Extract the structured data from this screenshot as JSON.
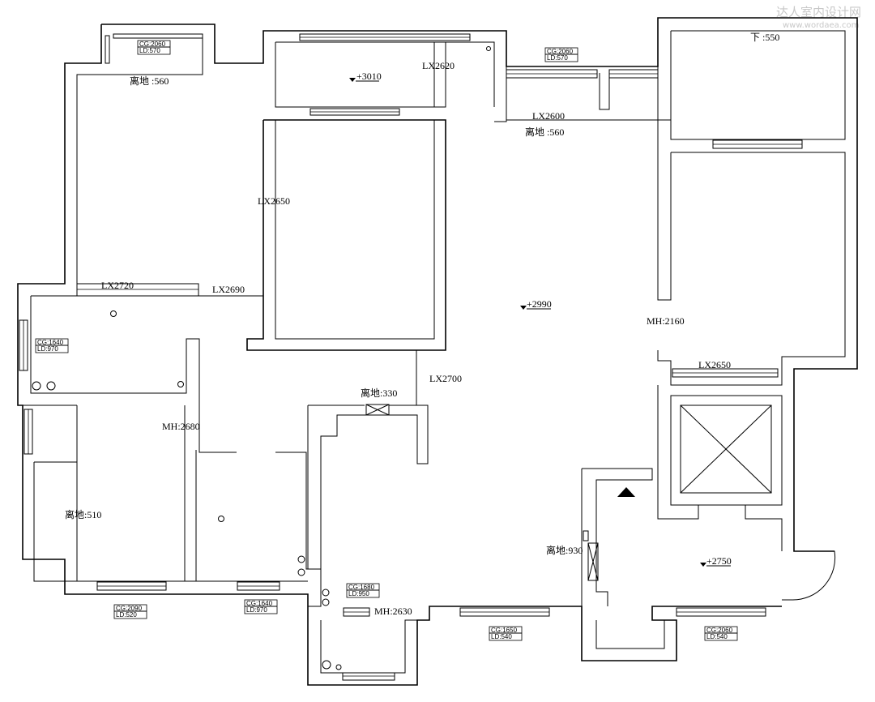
{
  "watermark": {
    "line1": "达人室内设计网",
    "line2": "www.wordaea.com"
  },
  "labels": {
    "bed1_height": "离地 :560",
    "lx2620": "LX2620",
    "lx2600": "LX2600",
    "top_mid_height": "离地 :560",
    "down550": "下 :550",
    "lx2650_left": "LX2650",
    "lx2720": "LX2720",
    "lx2690": "LX2690",
    "lx2700": "LX2700",
    "height330": "离地:330",
    "mh2680": "MH:2680",
    "mh2160": "MH:2160",
    "lx2650_right": "LX2650",
    "height510": "离地:510",
    "height930": "离地:930",
    "mh2630": "MH:2630"
  },
  "elevations": {
    "e3010": "+3010",
    "e2990": "+2990",
    "e2750": "+2750"
  },
  "tags": {
    "t1": {
      "cg": "CG:2060",
      "ld": "LD:570"
    },
    "t2": {
      "cg": "CG:2060",
      "ld": "LD:570"
    },
    "t3": {
      "cg": "CG:1640",
      "ld": "LD:970"
    },
    "t4": {
      "cg": "CG:2090",
      "ld": "LD:520"
    },
    "t5": {
      "cg": "CG:1640",
      "ld": "LD:970"
    },
    "t6": {
      "cg": "CG:1680",
      "ld": "LD:950"
    },
    "t7": {
      "cg": "CG:1650",
      "ld": "LD:540"
    },
    "t8": {
      "cg": "CG:2060",
      "ld": "LD:540"
    }
  }
}
